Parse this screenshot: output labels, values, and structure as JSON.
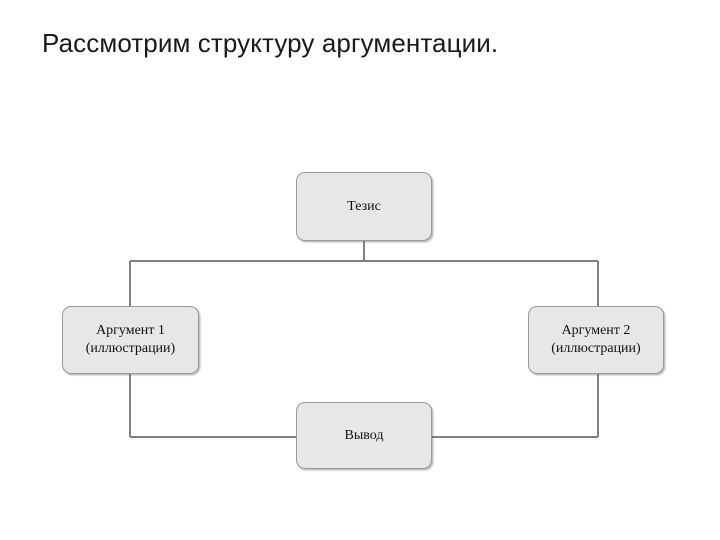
{
  "slide": {
    "title": "Рассмотрим структуру аргументации.",
    "background_color": "#ffffff",
    "title_color": "#1a1a1a"
  },
  "diagram": {
    "type": "flowchart",
    "node_fill_color": "#e6e7e8",
    "node_border_color": "#9a9a9a",
    "connector_color": "#808080",
    "nodes": [
      {
        "id": "thesis",
        "lines": [
          "Тезис"
        ]
      },
      {
        "id": "argument-1",
        "lines": [
          "Аргумент 1",
          "(иллюстрации)"
        ]
      },
      {
        "id": "argument-2",
        "lines": [
          "Аргумент 2",
          "(иллюстрации)"
        ]
      },
      {
        "id": "conclusion",
        "lines": [
          "Вывод"
        ]
      }
    ]
  }
}
